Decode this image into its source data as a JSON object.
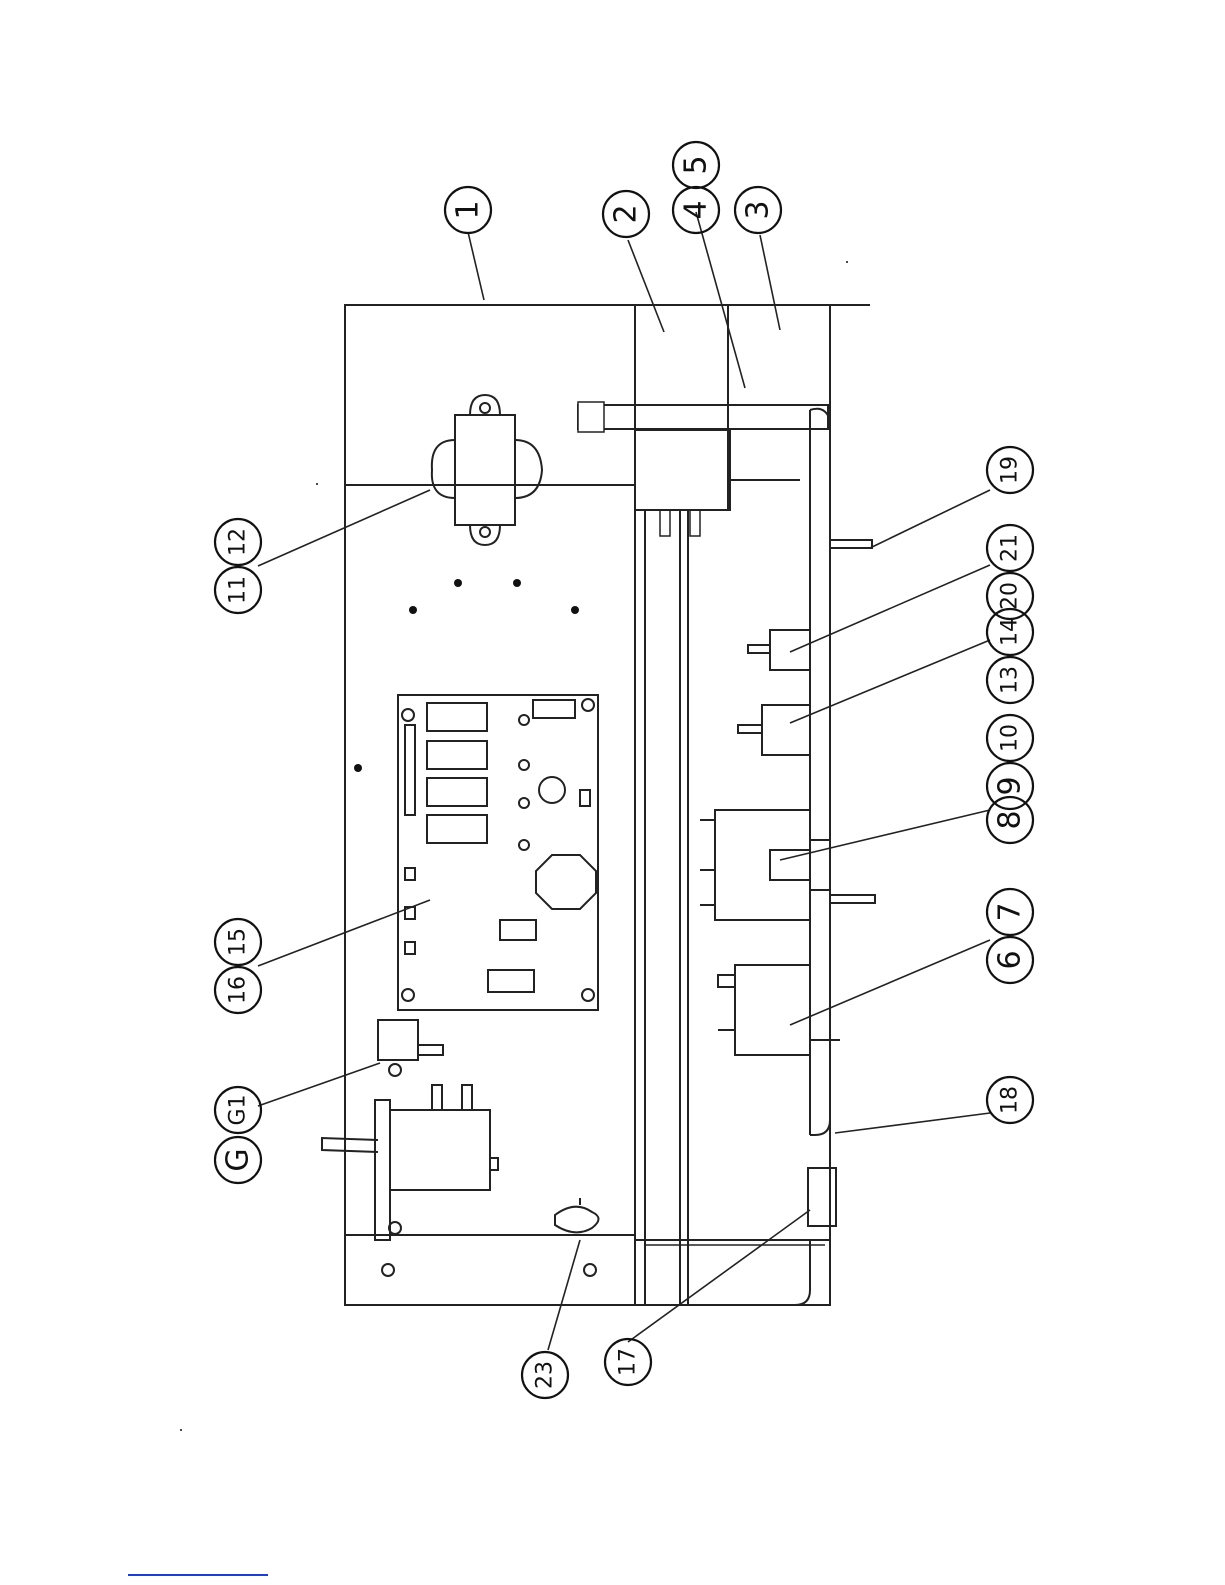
{
  "diagram": {
    "callouts": [
      {
        "id": "c1",
        "labels": [
          "1"
        ]
      },
      {
        "id": "c2",
        "labels": [
          "2"
        ]
      },
      {
        "id": "c3",
        "labels": [
          "3"
        ]
      },
      {
        "id": "c4",
        "labels": [
          "4"
        ]
      },
      {
        "id": "c5",
        "labels": [
          "5"
        ]
      },
      {
        "id": "c11-12",
        "labels": [
          "11",
          "12"
        ]
      },
      {
        "id": "c16-15",
        "labels": [
          "16",
          "15"
        ]
      },
      {
        "id": "c-g-g1",
        "labels": [
          "G",
          "G1"
        ]
      },
      {
        "id": "c19",
        "labels": [
          "19"
        ]
      },
      {
        "id": "c20-21",
        "labels": [
          "20",
          "21"
        ]
      },
      {
        "id": "c13-14",
        "labels": [
          "13",
          "14"
        ]
      },
      {
        "id": "c9-10",
        "labels": [
          "9",
          "10"
        ]
      },
      {
        "id": "c8",
        "labels": [
          "8"
        ]
      },
      {
        "id": "c6-7",
        "labels": [
          "6",
          "7"
        ]
      },
      {
        "id": "c18",
        "labels": [
          "18"
        ]
      },
      {
        "id": "c17",
        "labels": [
          "17"
        ]
      },
      {
        "id": "c23",
        "labels": [
          "23"
        ]
      }
    ]
  }
}
